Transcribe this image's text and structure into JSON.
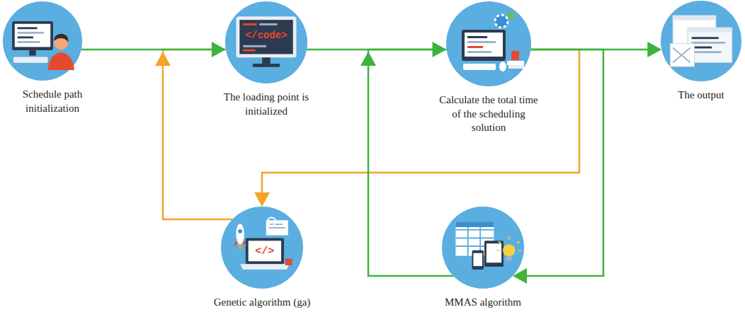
{
  "diagram": {
    "nodes": [
      {
        "text": [
          "Schedule path initialization"
        ]
      },
      {
        "text": [
          "The loading point is initialized"
        ]
      },
      {
        "text": [
          "Calculate the total time of the scheduling solution"
        ]
      },
      {
        "text": [
          "The output"
        ]
      },
      {
        "text": [
          "Genetic algorithm (ga)"
        ]
      },
      {
        "text": [
          "MMAS algorithm"
        ]
      }
    ],
    "edges": [
      {
        "from": 0,
        "to": 1,
        "arrow": "to"
      },
      {
        "from": 1,
        "to": 2,
        "arrow": "to"
      },
      {
        "from": 2,
        "to": 3,
        "arrow": "to"
      },
      {
        "from": 2,
        "to": 4,
        "arrow": "to"
      },
      {
        "from": 4,
        "to": 1,
        "arrow": "to"
      },
      {
        "from": 2,
        "to": 5,
        "arrow": "to"
      },
      {
        "from": 5,
        "to": 2,
        "arrow": "to"
      }
    ],
    "labels": [
      "</code>",
      "</>"
    ]
  }
}
